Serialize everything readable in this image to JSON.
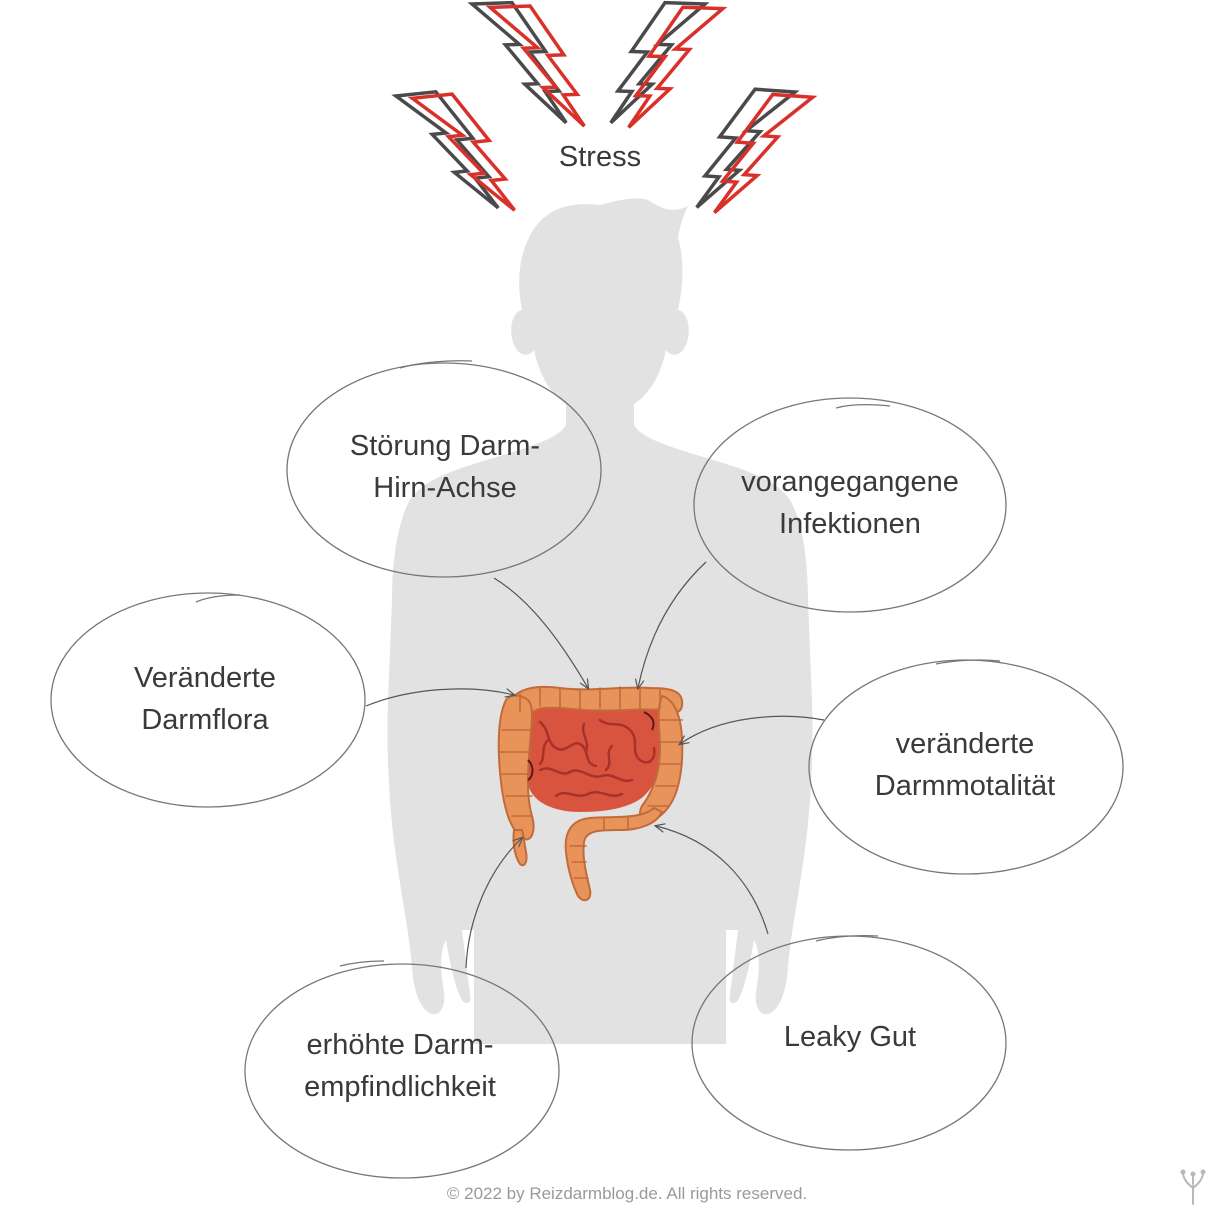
{
  "stress": {
    "label": "Stress"
  },
  "factors": {
    "darm_hirn": {
      "line1": "Störung Darm-",
      "line2": "Hirn-Achse"
    },
    "infektionen": {
      "line1": "vorangegangene",
      "line2": "Infektionen"
    },
    "darmflora": {
      "line1": "Veränderte",
      "line2": "Darmflora"
    },
    "motilitaet": {
      "line1": "veränderte",
      "line2": "Darmmotalität"
    },
    "empfindlichkeit": {
      "line1": "erhöhte Darm-",
      "line2": "empfindlichkeit"
    },
    "leaky_gut": {
      "line1": "Leaky Gut"
    }
  },
  "footer": {
    "copyright": "© 2022 by Reizdarmblog.de. All rights reserved."
  },
  "colors": {
    "silhouette": "#e2e2e2",
    "bolt_dark": "#4a4a4a",
    "bolt_red": "#d9302a",
    "ellipse_stroke": "#777777",
    "arrow_stroke": "#555555",
    "intestine_outer": "#e8935a",
    "intestine_inner": "#d9543f"
  },
  "icons": {
    "bolt": "lightning-bolt-icon",
    "intestine": "intestine-illustration",
    "logo": "reizdarmblog-logo-icon"
  }
}
